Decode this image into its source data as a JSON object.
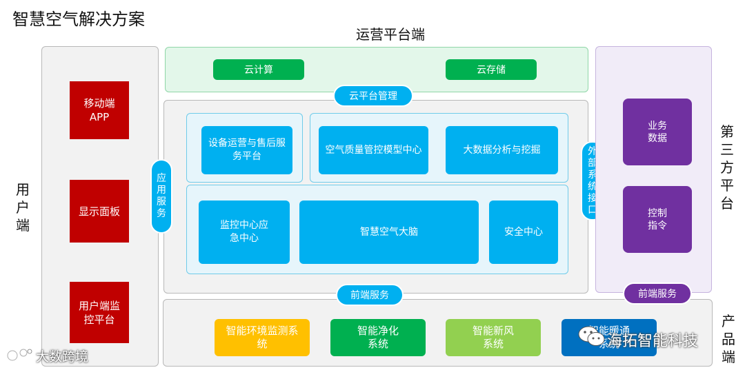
{
  "title": "智慧空气解决方案",
  "labels": {
    "ops_platform": "运营平台端",
    "user_end": "用户端",
    "third_party": "第三方平台",
    "product_end": "产品端"
  },
  "user_end": {
    "items": [
      "移动端APP",
      "显示面板",
      "用户端监控平台"
    ]
  },
  "cloud": {
    "compute": "云计算",
    "storage": "云存储",
    "management": "云平台管理"
  },
  "core": {
    "app_service": "应用服务",
    "external_interface": "外部系统接口",
    "top_modules": [
      "设备运营与售后服务平台",
      "空气质量管控模型中心",
      "大数据分析与挖掘"
    ],
    "bottom_modules": [
      "监控中心应急中心",
      "智慧空气大脑",
      "安全中心"
    ],
    "frontend_service": "前端服务"
  },
  "third_party": {
    "items": [
      "业务数据",
      "控制指令"
    ],
    "frontend_service": "前端服务"
  },
  "products": {
    "items": [
      {
        "label": "智能环境监测系统",
        "color": "#ffc000"
      },
      {
        "label": "智能净化系统",
        "color": "#00b050"
      },
      {
        "label": "智能新风系统",
        "color": "#92d050"
      },
      {
        "label": "智能暖通系统",
        "color": "#0070c0"
      }
    ]
  },
  "watermarks": {
    "left": "大数跨境",
    "right": "海拓智能科技"
  }
}
